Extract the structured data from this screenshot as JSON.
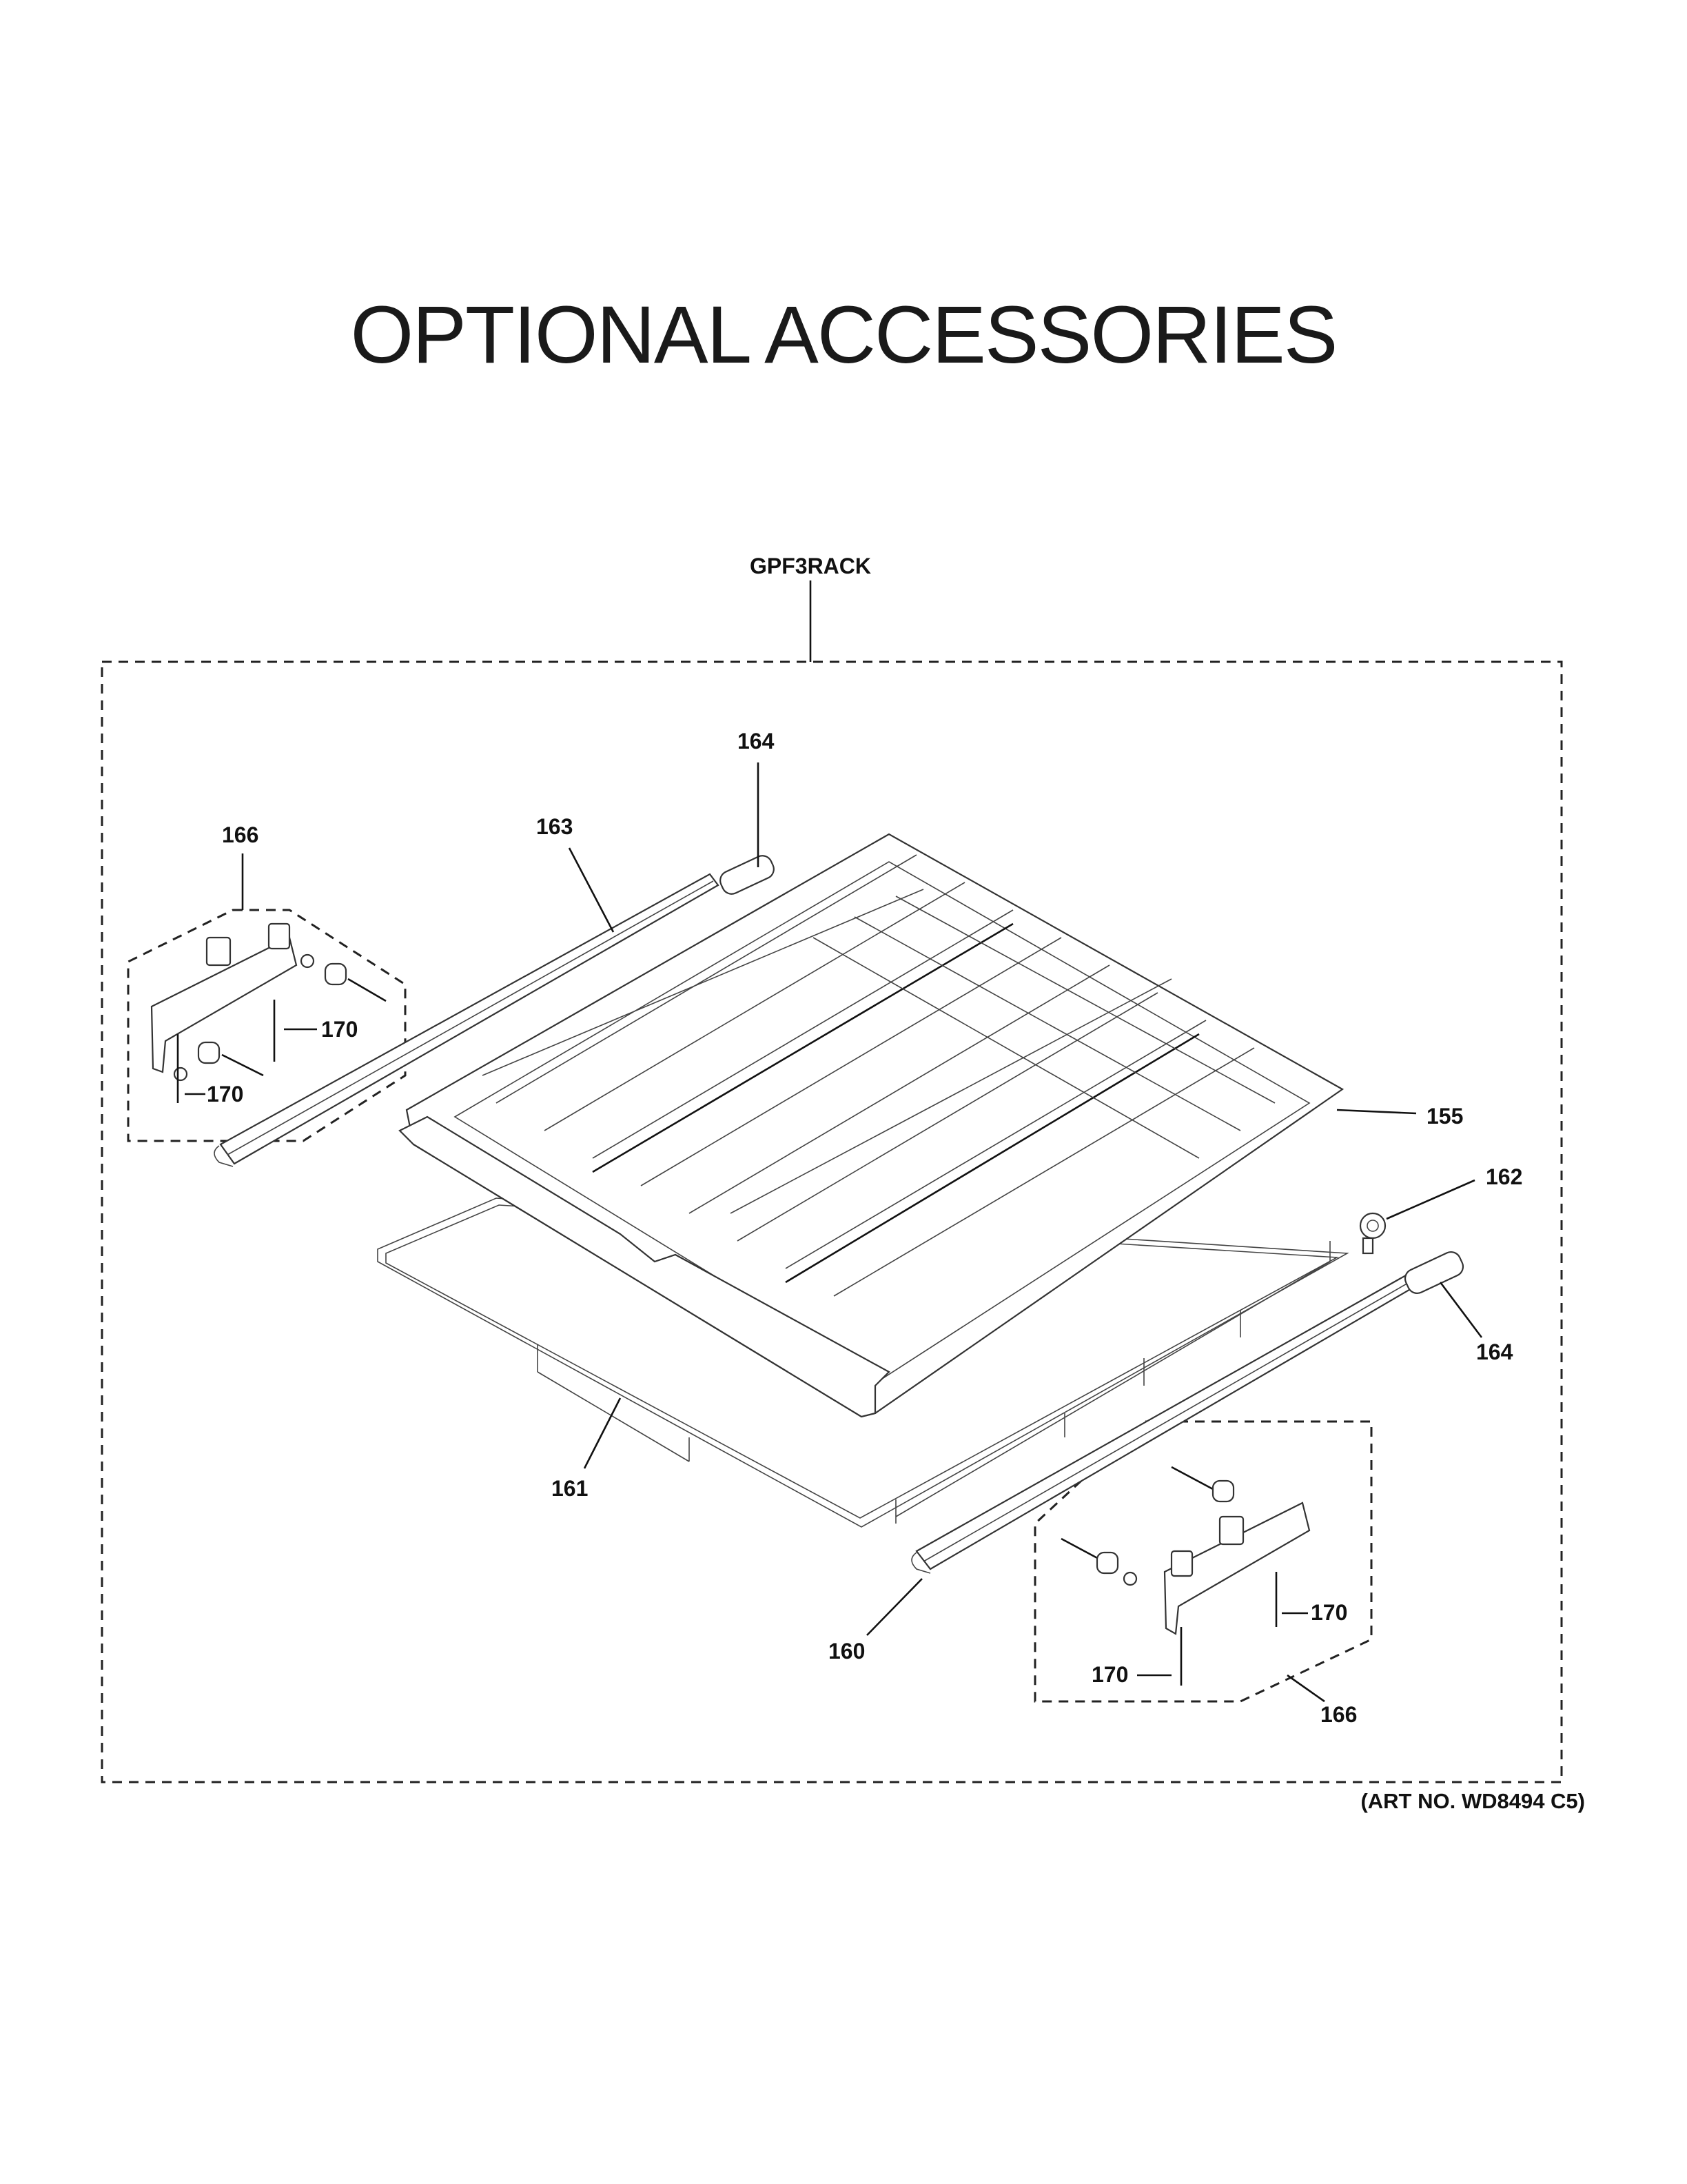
{
  "page": {
    "title": "OPTIONAL ACCESSORIES",
    "art_number": "(ART NO. WD8494 C5)"
  },
  "diagram": {
    "kit_label": "GPF3RACK",
    "callouts": {
      "c155": "155",
      "c160": "160",
      "c161": "161",
      "c162": "162",
      "c163": "163",
      "c164_top": "164",
      "c164_right": "164",
      "c166_left": "166",
      "c166_right": "166",
      "c170_l1": "170",
      "c170_l2": "170",
      "c170_r1": "170",
      "c170_r2": "170"
    }
  }
}
